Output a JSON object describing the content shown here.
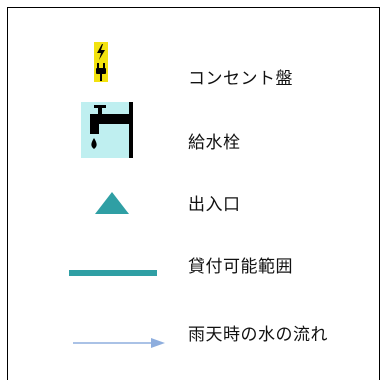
{
  "legend": {
    "items": [
      {
        "id": "outlet",
        "label": "コンセント盤",
        "icon": "power-outlet-icon",
        "color": "#f2e20f"
      },
      {
        "id": "faucet",
        "label": "給水栓",
        "icon": "water-faucet-icon",
        "color": "#bfeff0"
      },
      {
        "id": "entrance",
        "label": "出入口",
        "icon": "triangle-icon",
        "color": "#2f9fa4"
      },
      {
        "id": "rental",
        "label": "貸付可能範囲",
        "icon": "line-bar-icon",
        "color": "#2f9fa4"
      },
      {
        "id": "rainflow",
        "label": "雨天時の水の流れ",
        "icon": "arrow-right-icon",
        "color": "#8eaede"
      }
    ]
  }
}
